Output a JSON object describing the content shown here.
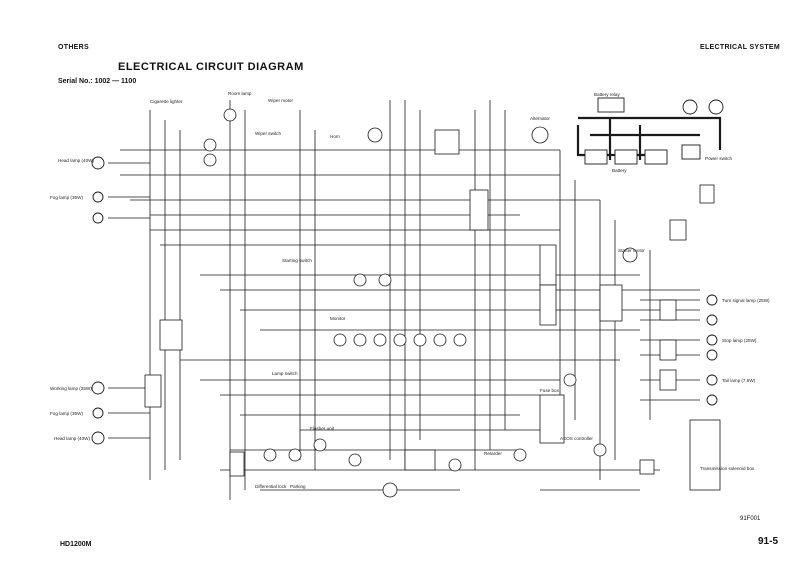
{
  "header": {
    "left": "OTHERS",
    "right": "ELECTRICAL SYSTEM"
  },
  "title": "ELECTRICAL CIRCUIT DIAGRAM",
  "serial": "Serial No.: 1002 — 1100",
  "footer": {
    "model": "HD1200M",
    "page": "91-5",
    "figure": "91F001"
  },
  "labels": {
    "battery_relay": "Battery relay",
    "battery": "Battery",
    "power_switch": "Power switch",
    "starter_motor": "Starter motor",
    "alternator": "Alternator",
    "horn": "Horn",
    "wiper_motor": "Wiper motor",
    "wiper_switch": "Wiper switch",
    "room_lamp": "Room lamp",
    "cigarette_lighter": "Cigarette lighter",
    "head_lamp_left": "Head lamp (40W)",
    "head_lamp_right": "Head lamp (40W)",
    "fog_lamp_left": "Fog lamp (35W)",
    "fog_lamp_right": "Fog lamp (35W)",
    "working_lamp": "Working lamp (35W)",
    "turn_signal_lamp": "Turn signal lamp (25W)",
    "stop_lamp": "Stop lamp (25W)",
    "tail_lamp": "Tail lamp (7.5W)",
    "flasher_unit": "Flasher unit",
    "starting_switch": "Starting switch",
    "lamp_switch": "Lamp switch",
    "differential_lock": "Differential lock",
    "parking": "Parking",
    "transmission_solenoid": "Transmission solenoid box",
    "fuse_box": "Fuse box",
    "aeos_controller": "AEOS controller",
    "monitor": "Monitor",
    "retarder": "Retarder"
  },
  "colors": {
    "ink": "#1a1a1a",
    "paper": "#ffffff"
  }
}
